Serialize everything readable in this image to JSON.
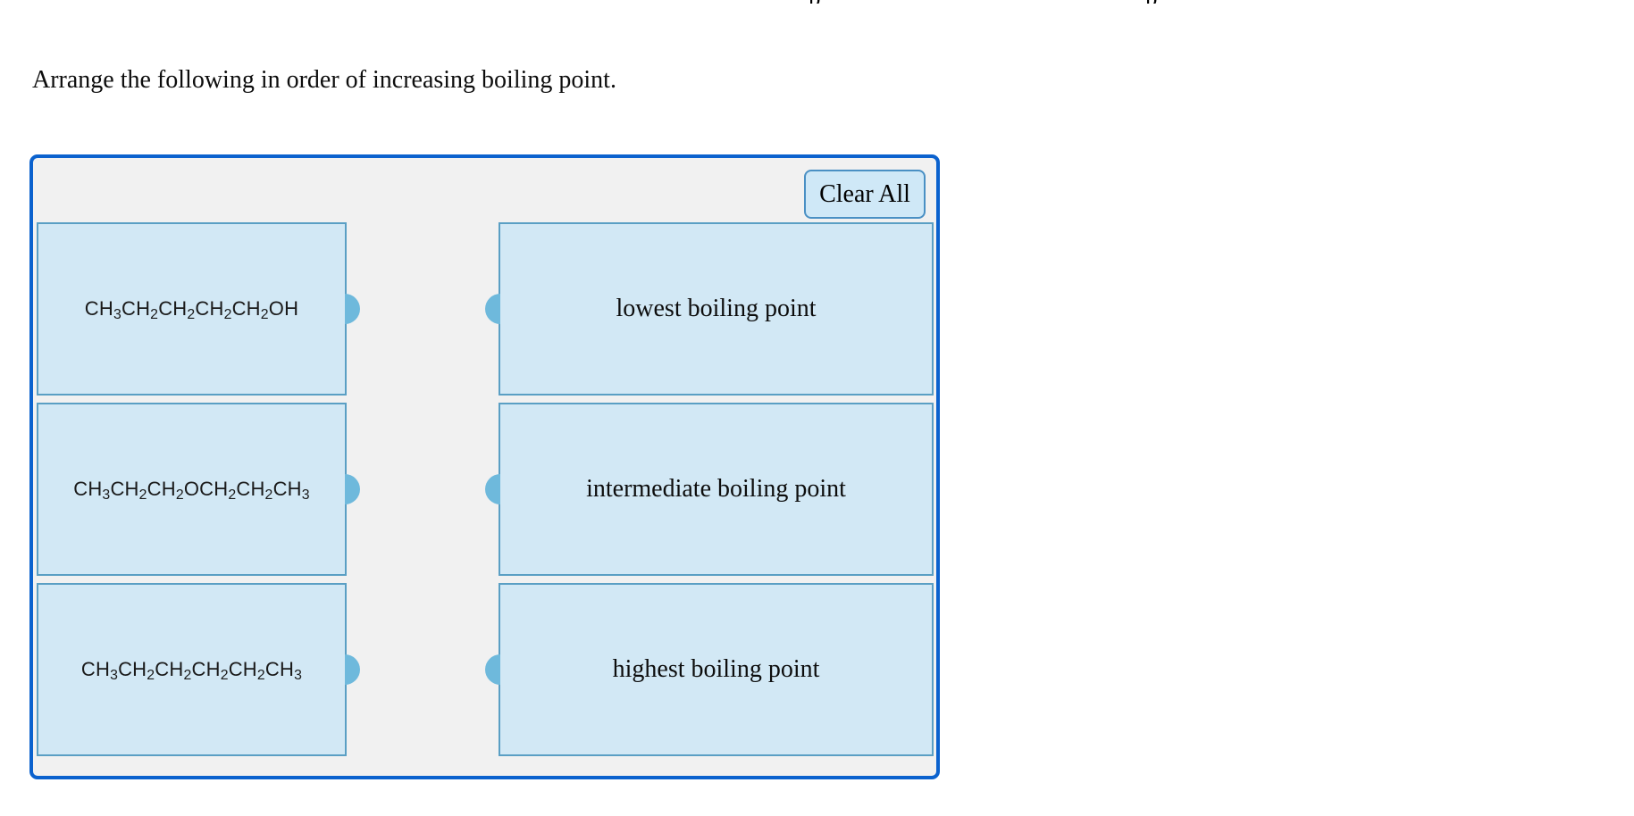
{
  "page": {
    "background_color": "#ffffff",
    "clipped_top_fragments": [
      "p",
      "p"
    ]
  },
  "prompt": {
    "text": "Arrange the following in order of increasing boiling point."
  },
  "colors": {
    "container_border": "#0b62ce",
    "container_fill": "#f1f1f1",
    "card_fill": "#d2e8f5",
    "card_border": "#5a9fc4",
    "connector": "#6eb9dc",
    "button_fill": "#cfe8f7",
    "button_border": "#4a90c4",
    "text": "#0d0d0d"
  },
  "toolbar": {
    "clear_all_label": "Clear All"
  },
  "matching": {
    "items": [
      {
        "id": "item-pentanol",
        "formula_html": "CH<sub>3</sub>CH<sub>2</sub>CH<sub>2</sub>CH<sub>2</sub>CH<sub>2</sub>OH",
        "formula_plain": "CH3CH2CH2CH2CH2OH",
        "connector": "circle-right"
      },
      {
        "id": "item-dipropyl-ether",
        "formula_html": "CH<sub>3</sub>CH<sub>2</sub>CH<sub>2</sub>OCH<sub>2</sub>CH<sub>2</sub>CH<sub>3</sub>",
        "formula_plain": "CH3CH2CH2OCH2CH2CH3",
        "connector": "circle-right"
      },
      {
        "id": "item-hexane",
        "formula_html": "CH<sub>3</sub>CH<sub>2</sub>CH<sub>2</sub>CH<sub>2</sub>CH<sub>2</sub>CH<sub>3</sub>",
        "formula_plain": "CH3CH2CH2CH2CH2CH3",
        "connector": "circle-right"
      }
    ],
    "targets": [
      {
        "id": "target-lowest",
        "label": "lowest boiling point",
        "connector": "circle-left"
      },
      {
        "id": "target-intermediate",
        "label": "intermediate boiling point",
        "connector": "circle-left"
      },
      {
        "id": "target-highest",
        "label": "highest boiling point",
        "connector": "circle-left"
      }
    ]
  }
}
